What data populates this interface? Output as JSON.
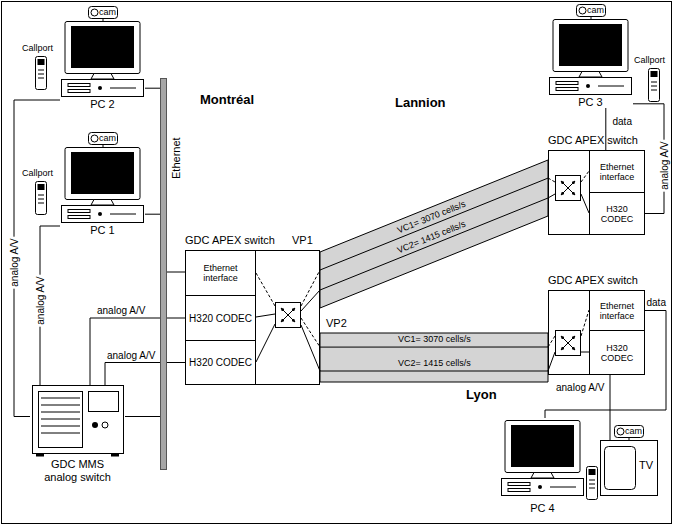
{
  "diagram": {
    "nodes": [
      {
        "text": [
          "GDC APEX switch"
        ]
      },
      {
        "text": [
          "Ethernet interface"
        ],
        "in": 0
      },
      {
        "text": [
          "H320 CODEC"
        ],
        "in": 0
      },
      {
        "text": [
          "H320 CODEC"
        ],
        "in": 0
      },
      {
        "text": [
          "GDC APEX switch"
        ]
      },
      {
        "text": [
          "Ethernet interface"
        ],
        "in": 4
      },
      {
        "text": [
          "H320 CODEC"
        ],
        "in": 4
      },
      {
        "text": [
          "GDC APEX switch"
        ]
      },
      {
        "text": [
          "Ethernet interface"
        ],
        "in": 7
      },
      {
        "text": [
          "H320 CODEC"
        ],
        "in": 7
      },
      {
        "text": [
          "PC 2"
        ]
      },
      {
        "text": [
          "PC 1"
        ]
      },
      {
        "text": [
          "Ethernet"
        ]
      },
      {
        "text": [
          "GDC MMS analog switch"
        ]
      },
      {
        "text": [
          "PC 3"
        ]
      },
      {
        "text": [
          "PC 4"
        ]
      },
      {
        "text": [
          "TV"
        ]
      }
    ],
    "edges": [
      {
        "from": 10,
        "to": 12,
        "arrow": "none"
      },
      {
        "from": 11,
        "to": 12,
        "arrow": "none"
      },
      {
        "from": 12,
        "to": 1,
        "arrow": "none"
      },
      {
        "from": 13,
        "to": 12,
        "arrow": "none"
      },
      {
        "from": 13,
        "to": 10,
        "arrow": "none",
        "label": "analog A/V"
      },
      {
        "from": 13,
        "to": 11,
        "arrow": "none",
        "label": "analog A/V"
      },
      {
        "from": 13,
        "to": 2,
        "arrow": "none",
        "label": "analog A/V"
      },
      {
        "from": 13,
        "to": 3,
        "arrow": "none",
        "label": "analog A/V"
      },
      {
        "from": 0,
        "to": 4,
        "arrow": "none",
        "label": "VC1= 3070 cells/s"
      },
      {
        "from": 0,
        "to": 4,
        "arrow": "none",
        "label": "VC2= 1415 cells/s"
      },
      {
        "from": 0,
        "to": 7,
        "arrow": "none",
        "label": "VC1= 3070 cells/s"
      },
      {
        "from": 0,
        "to": 7,
        "arrow": "none",
        "label": "VC2= 1415 cells/s"
      },
      {
        "from": 5,
        "to": 14,
        "arrow": "none",
        "label": "data"
      },
      {
        "from": 6,
        "to": 14,
        "arrow": "none",
        "label": "analog A/V"
      },
      {
        "from": 8,
        "to": 15,
        "arrow": "none",
        "label": "data"
      },
      {
        "from": 9,
        "to": 16,
        "arrow": "none",
        "label": "analog A/V"
      }
    ],
    "labels": [
      "Montréal",
      "Lannion",
      "Lyon",
      "VP1",
      "VP2",
      "cam",
      "Callport",
      "cam",
      "Callport",
      "cam",
      "Callport",
      "cam"
    ]
  }
}
